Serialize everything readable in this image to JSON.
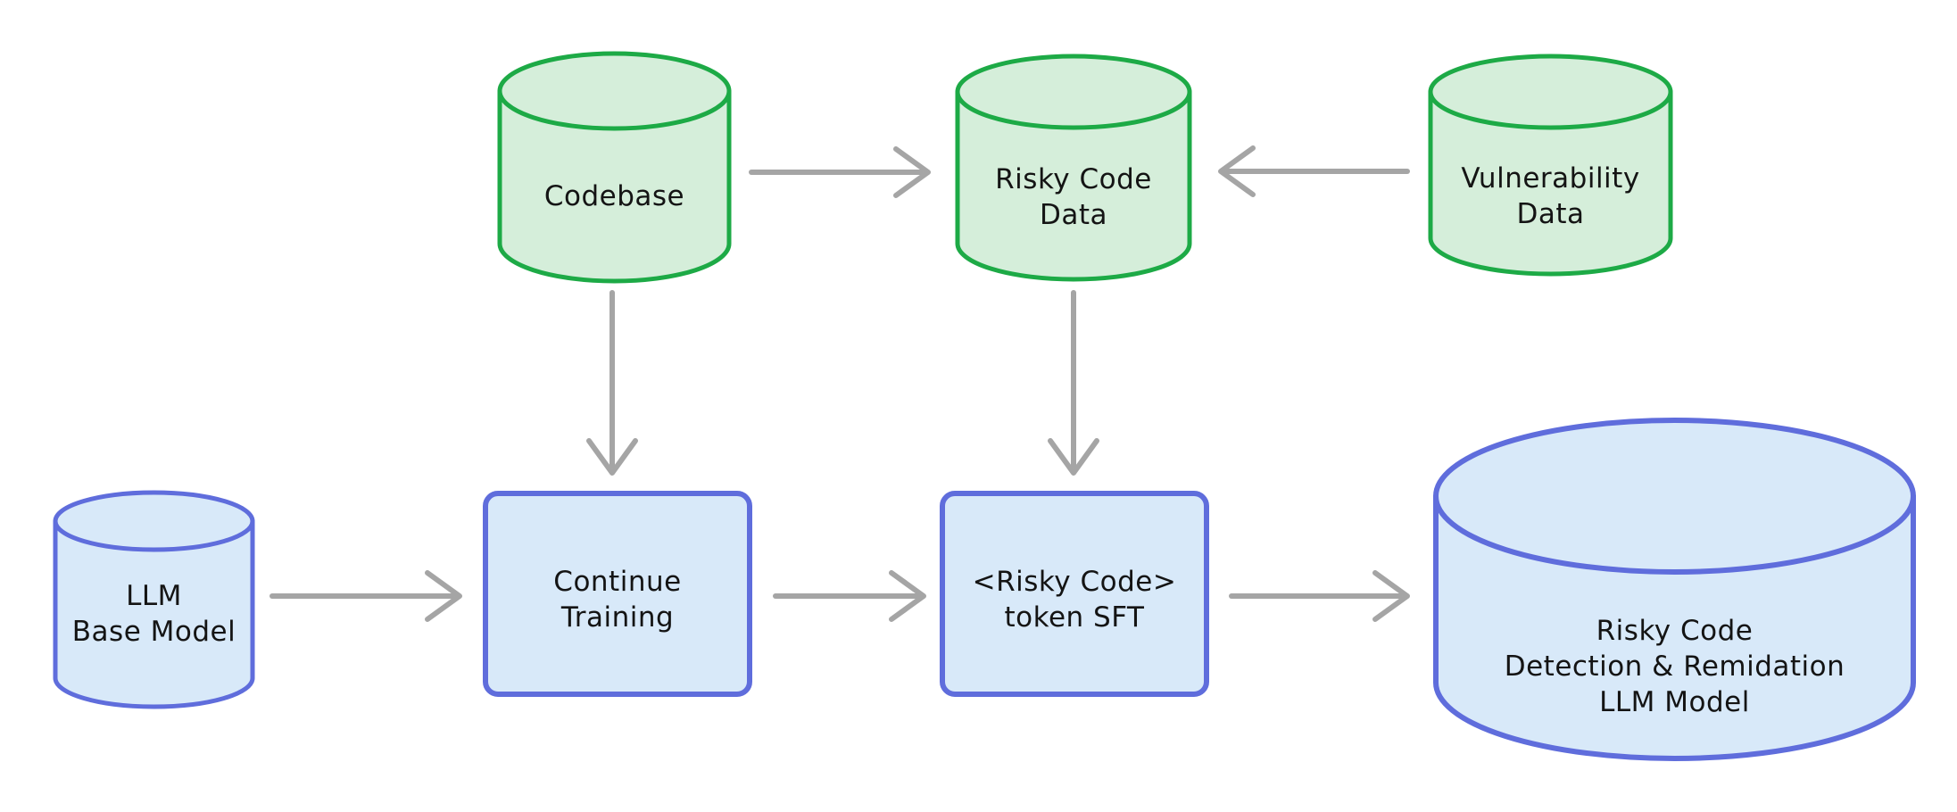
{
  "diagram": {
    "type": "flowchart",
    "background": "#ffffff",
    "colors": {
      "data_node_stroke": "#1daa46",
      "data_node_fill": "#d5eeda",
      "model_node_stroke": "#5f6ddc",
      "model_node_fill": "#d8e9f9",
      "arrow": "#a5a5a5",
      "text": "#141414"
    },
    "nodes": {
      "codebase": {
        "label": "Codebase",
        "shape": "cylinder",
        "color_role": "data"
      },
      "risky_code_data": {
        "label": "Risky Code\nData",
        "shape": "cylinder",
        "color_role": "data"
      },
      "vulnerability_data": {
        "label": "Vulnerability\nData",
        "shape": "cylinder",
        "color_role": "data"
      },
      "llm_base_model": {
        "label": "LLM\nBase Model",
        "shape": "cylinder",
        "color_role": "model"
      },
      "continue_training": {
        "label": "Continue\nTraining",
        "shape": "rounded-box",
        "color_role": "model"
      },
      "risky_token_sft": {
        "label": "<Risky Code>\ntoken SFT",
        "shape": "rounded-box",
        "color_role": "model"
      },
      "final_model": {
        "label": "Risky Code\nDetection & Remidation\nLLM Model",
        "shape": "cylinder",
        "color_role": "model"
      }
    },
    "edges": [
      {
        "from": "Codebase",
        "to": "Risky Code Data"
      },
      {
        "from": "Vulnerability Data",
        "to": "Risky Code Data"
      },
      {
        "from": "Codebase",
        "to": "Continue Training"
      },
      {
        "from": "Risky Code Data",
        "to": "<Risky Code> token SFT"
      },
      {
        "from": "LLM Base Model",
        "to": "Continue Training"
      },
      {
        "from": "Continue Training",
        "to": "<Risky Code> token SFT"
      },
      {
        "from": "<Risky Code> token SFT",
        "to": "Risky Code Detection & Remidation LLM Model"
      }
    ]
  }
}
